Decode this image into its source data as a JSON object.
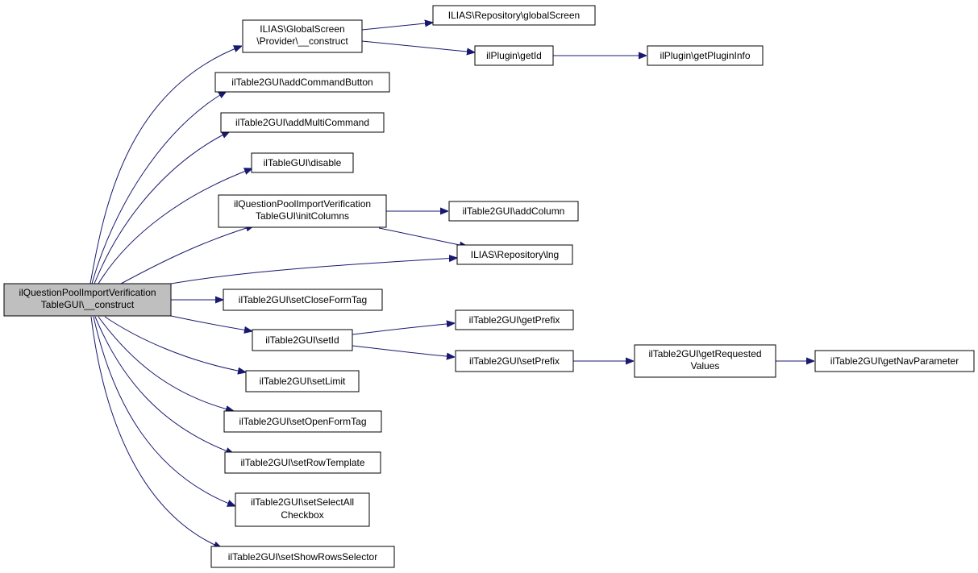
{
  "colors": {
    "edge": "#191970",
    "root_fill": "#bfbfbf",
    "node_fill": "#ffffff",
    "border": "#000000"
  },
  "nodes": {
    "root": [
      "ilQuestionPoolImportVerification",
      "TableGUI\\__construct"
    ],
    "gs_provider": [
      "ILIAS\\GlobalScreen",
      "\\Provider\\__construct"
    ],
    "repo_globalscreen": [
      "ILIAS\\Repository\\globalScreen"
    ],
    "plugin_getid": [
      "ilPlugin\\getId"
    ],
    "plugin_getinfo": [
      "ilPlugin\\getPluginInfo"
    ],
    "add_command_button": [
      "ilTable2GUI\\addCommandButton"
    ],
    "add_multi_command": [
      "ilTable2GUI\\addMultiCommand"
    ],
    "disable": [
      "ilTableGUI\\disable"
    ],
    "init_columns": [
      "ilQuestionPoolImportVerification",
      "TableGUI\\initColumns"
    ],
    "add_column": [
      "ilTable2GUI\\addColumn"
    ],
    "repo_lng": [
      "ILIAS\\Repository\\lng"
    ],
    "set_close_form_tag": [
      "ilTable2GUI\\setCloseFormTag"
    ],
    "set_id": [
      "ilTable2GUI\\setId"
    ],
    "get_prefix": [
      "ilTable2GUI\\getPrefix"
    ],
    "set_prefix": [
      "ilTable2GUI\\setPrefix"
    ],
    "get_requested_values": [
      "ilTable2GUI\\getRequested",
      "Values"
    ],
    "get_nav_parameter": [
      "ilTable2GUI\\getNavParameter"
    ],
    "set_limit": [
      "ilTable2GUI\\setLimit"
    ],
    "set_open_form_tag": [
      "ilTable2GUI\\setOpenFormTag"
    ],
    "set_row_template": [
      "ilTable2GUI\\setRowTemplate"
    ],
    "set_select_all_checkbox": [
      "ilTable2GUI\\setSelectAll",
      "Checkbox"
    ],
    "set_show_rows_selector": [
      "ilTable2GUI\\setShowRowsSelector"
    ]
  }
}
